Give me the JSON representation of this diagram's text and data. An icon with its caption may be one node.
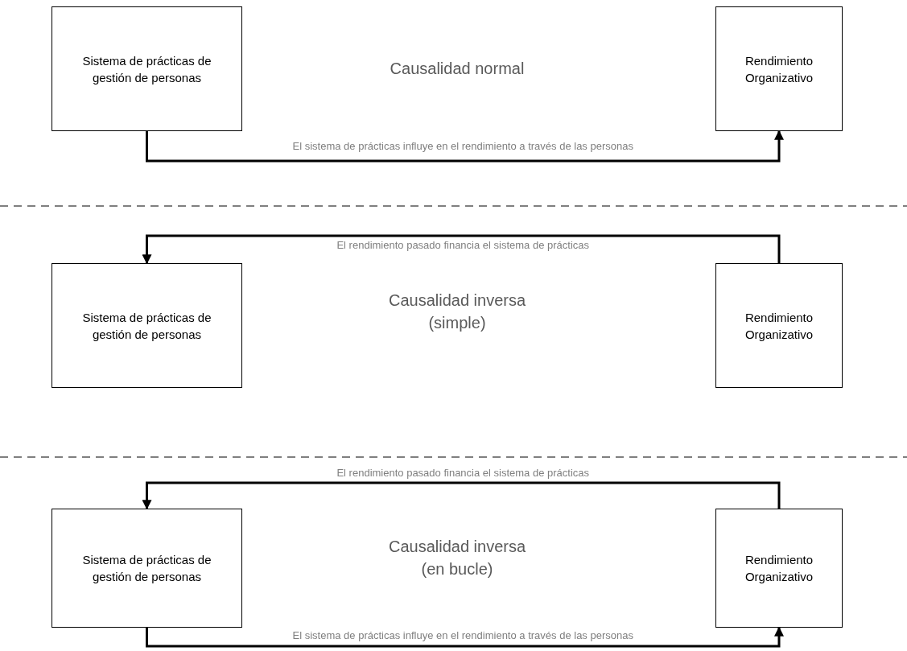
{
  "diagram": {
    "nodes": [
      {
        "text": [
          "Sistema de prácticas de gestión de personas"
        ]
      },
      {
        "text": [
          "Rendimiento Organizativo"
        ]
      },
      {
        "text": [
          "Sistema de prácticas de gestión de personas"
        ]
      },
      {
        "text": [
          "Rendimiento Organizativo"
        ]
      },
      {
        "text": [
          "Sistema de prácticas de gestión de personas"
        ]
      },
      {
        "text": [
          "Rendimiento Organizativo"
        ]
      }
    ],
    "edges": [
      {
        "from": 0,
        "to": 1,
        "arrow": "to",
        "label": "El sistema de prácticas influye en el rendimiento a través de las personas"
      },
      {
        "from": 3,
        "to": 2,
        "arrow": "to",
        "label": "El rendimiento pasado financia el sistema de prácticas"
      },
      {
        "from": 5,
        "to": 4,
        "arrow": "to",
        "label": "El rendimiento pasado financia el sistema de prácticas"
      },
      {
        "from": 4,
        "to": 5,
        "arrow": "to",
        "label": "El sistema de prácticas influye en el rendimiento a través de las personas"
      }
    ],
    "labels": [
      "Causalidad normal",
      "Causalidad inversa (simple)",
      "Causalidad inversa (en bucle)"
    ]
  }
}
